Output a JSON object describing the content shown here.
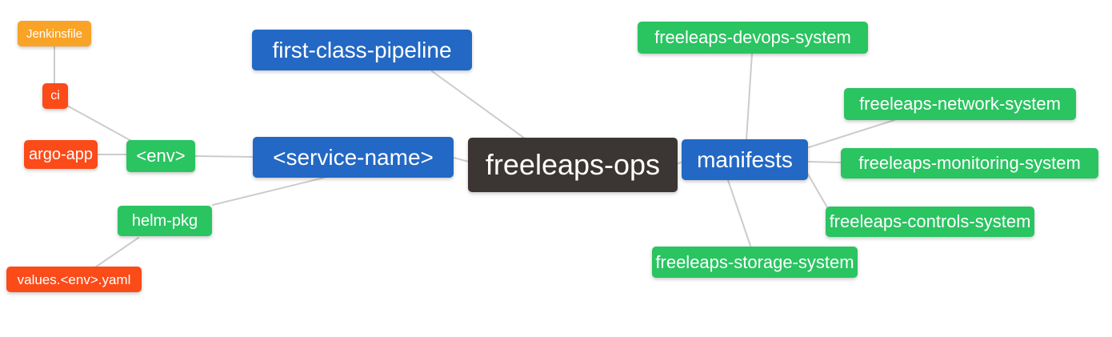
{
  "colors": {
    "canvas-bg": "#ffffff",
    "edge": "#cccccc",
    "text": "#ffffff",
    "root-bg": "#3b3633",
    "branch-bg": "#2368c4",
    "green-bg": "#2ac461",
    "red-bg": "#fb4b19",
    "amber-bg": "#f9a327"
  },
  "nodes": {
    "freeleaps_ops": {
      "label": "freeleaps-ops"
    },
    "first_class_pipeline": {
      "label": "first-class-pipeline"
    },
    "service_name": {
      "label": "<service-name>"
    },
    "env": {
      "label": "<env>"
    },
    "ci": {
      "label": "ci"
    },
    "jenkinsfile": {
      "label": "Jenkinsfile"
    },
    "argo_app": {
      "label": "argo-app"
    },
    "helm_pkg": {
      "label": "helm-pkg"
    },
    "values_env_yaml": {
      "label": "values.<env>.yaml"
    },
    "manifests": {
      "label": "manifests"
    },
    "devops_system": {
      "label": "freeleaps-devops-system"
    },
    "network_system": {
      "label": "freeleaps-network-system"
    },
    "monitoring_system": {
      "label": "freeleaps-monitoring-system"
    },
    "controls_system": {
      "label": "freeleaps-controls-system"
    },
    "storage_system": {
      "label": "freeleaps-storage-system"
    }
  },
  "edges": [
    {
      "from": "Jenkinsfile",
      "to": "ci"
    },
    {
      "from": "ci",
      "to": "<env>"
    },
    {
      "from": "argo-app",
      "to": "<env>"
    },
    {
      "from": "<env>",
      "to": "<service-name>"
    },
    {
      "from": "<service-name>",
      "to": "freeleaps-ops"
    },
    {
      "from": "first-class-pipeline",
      "to": "freeleaps-ops"
    },
    {
      "from": "<service-name>",
      "to": "helm-pkg"
    },
    {
      "from": "helm-pkg",
      "to": "values.<env>.yaml"
    },
    {
      "from": "freeleaps-ops",
      "to": "manifests"
    },
    {
      "from": "manifests",
      "to": "freeleaps-devops-system"
    },
    {
      "from": "manifests",
      "to": "freeleaps-network-system"
    },
    {
      "from": "manifests",
      "to": "freeleaps-monitoring-system"
    },
    {
      "from": "manifests",
      "to": "freeleaps-controls-system"
    },
    {
      "from": "manifests",
      "to": "freeleaps-storage-system"
    }
  ]
}
